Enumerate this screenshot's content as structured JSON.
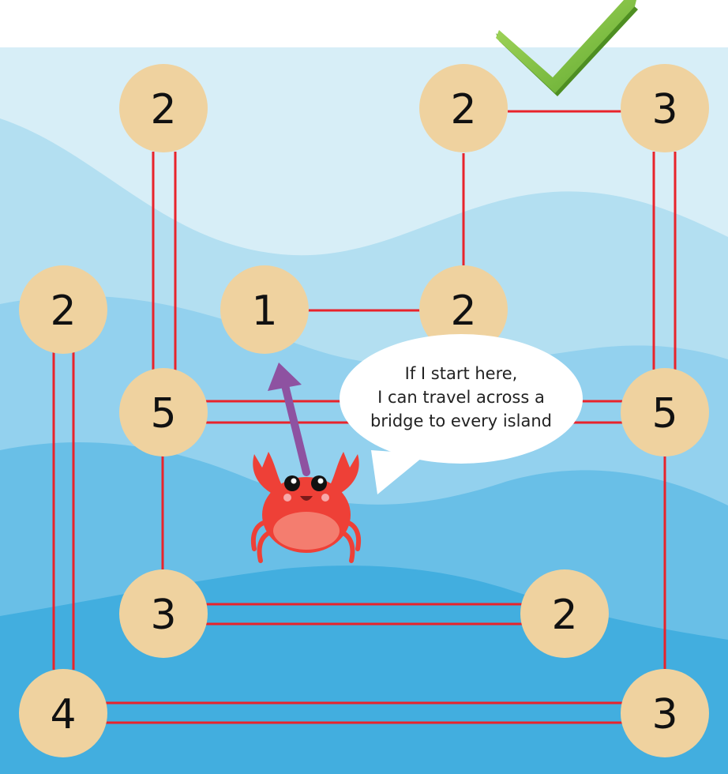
{
  "puzzle": {
    "islands": [
      {
        "id": "i2-top-left",
        "value": "2"
      },
      {
        "id": "i2-top-mid",
        "value": "2"
      },
      {
        "id": "i3-top-right",
        "value": "3"
      },
      {
        "id": "i2-left",
        "value": "2"
      },
      {
        "id": "i1-center",
        "value": "1"
      },
      {
        "id": "i2-center",
        "value": "2"
      },
      {
        "id": "i5-left",
        "value": "5"
      },
      {
        "id": "i5-right",
        "value": "5"
      },
      {
        "id": "i3-bottom-left",
        "value": "3"
      },
      {
        "id": "i2-bottom-right",
        "value": "2"
      },
      {
        "id": "i4-bottom-left",
        "value": "4"
      },
      {
        "id": "i3-bottom-right",
        "value": "3"
      }
    ],
    "bridges": [
      {
        "from": "i2-top-left",
        "to": "i5-left",
        "count": 2
      },
      {
        "from": "i2-top-mid",
        "to": "i3-top-right",
        "count": 1
      },
      {
        "from": "i2-top-mid",
        "to": "i2-center",
        "count": 1
      },
      {
        "from": "i3-top-right",
        "to": "i5-right",
        "count": 2
      },
      {
        "from": "i1-center",
        "to": "i2-center",
        "count": 1
      },
      {
        "from": "i2-left",
        "to": "i4-bottom-left",
        "count": 2
      },
      {
        "from": "i5-left",
        "to": "i5-right",
        "count": 2
      },
      {
        "from": "i5-left",
        "to": "i3-bottom-left",
        "count": 1
      },
      {
        "from": "i5-right",
        "to": "i3-bottom-right",
        "count": 1
      },
      {
        "from": "i3-bottom-left",
        "to": "i2-bottom-right",
        "count": 2
      },
      {
        "from": "i4-bottom-left",
        "to": "i3-bottom-right",
        "count": 2
      }
    ]
  },
  "speech_bubble": {
    "line1": "If I start here,",
    "line2": "I can travel across a",
    "line3": "bridge to every island"
  },
  "icons": {
    "checkmark": "checkmark-icon",
    "crab": "crab-icon",
    "arrow": "arrow-up-icon"
  },
  "colors": {
    "island": "#EFD29F",
    "bridge": "#E8232B",
    "arrow": "#8E52A1",
    "check": "#7DC242",
    "crab": "#EE4037",
    "water_light": "#D6EEF7",
    "water_deep": "#3FA9DC"
  }
}
